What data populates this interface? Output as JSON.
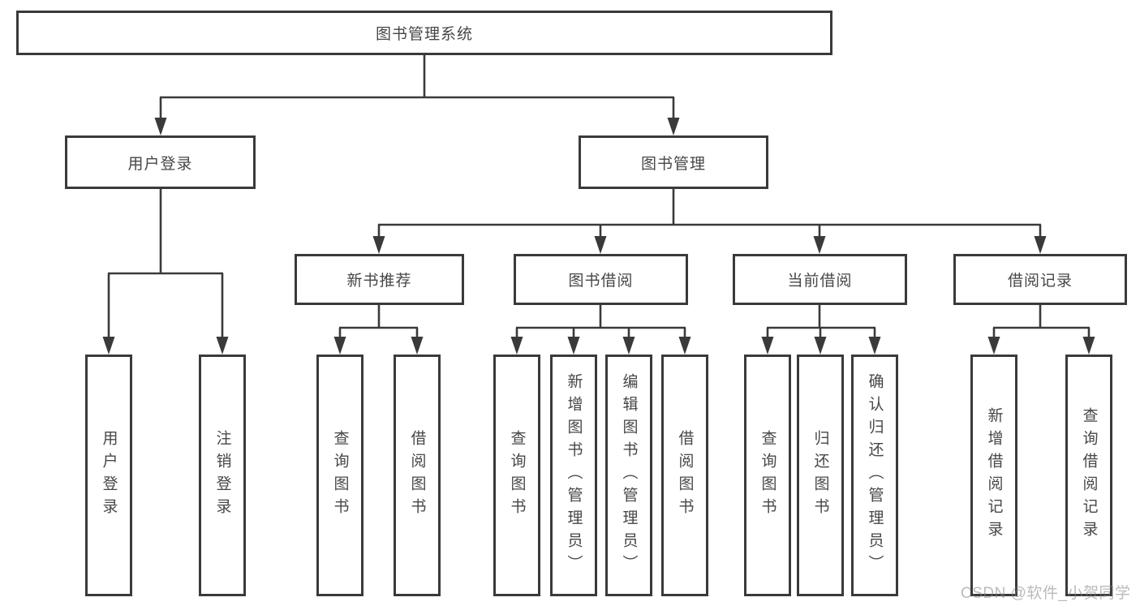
{
  "diagram": {
    "tree": {
      "label": "图书管理系统",
      "children": [
        {
          "label": "用户登录",
          "children": [
            {
              "label": "用户登录"
            },
            {
              "label": "注销登录"
            }
          ]
        },
        {
          "label": "图书管理",
          "children": [
            {
              "label": "新书推荐",
              "children": [
                {
                  "label": "查询图书"
                },
                {
                  "label": "借阅图书"
                }
              ]
            },
            {
              "label": "图书借阅",
              "children": [
                {
                  "label": "查询图书"
                },
                {
                  "label": "新增图书（管理员）"
                },
                {
                  "label": "编辑图书（管理员）"
                },
                {
                  "label": "借阅图书"
                }
              ]
            },
            {
              "label": "当前借阅",
              "children": [
                {
                  "label": "查询图书"
                },
                {
                  "label": "归还图书"
                },
                {
                  "label": "确认归还（管理员）"
                }
              ]
            },
            {
              "label": "借阅记录",
              "children": [
                {
                  "label": "新增借阅记录"
                },
                {
                  "label": "查询借阅记录"
                }
              ]
            }
          ]
        }
      ]
    },
    "watermark": {
      "text": "CSDN @软件_小贺同学"
    },
    "colors": {
      "line": "#3a3a3a",
      "border": "#3a3a3a",
      "text": "#474747",
      "watermark": "#a8a8a8",
      "background": "#ffffff"
    }
  }
}
